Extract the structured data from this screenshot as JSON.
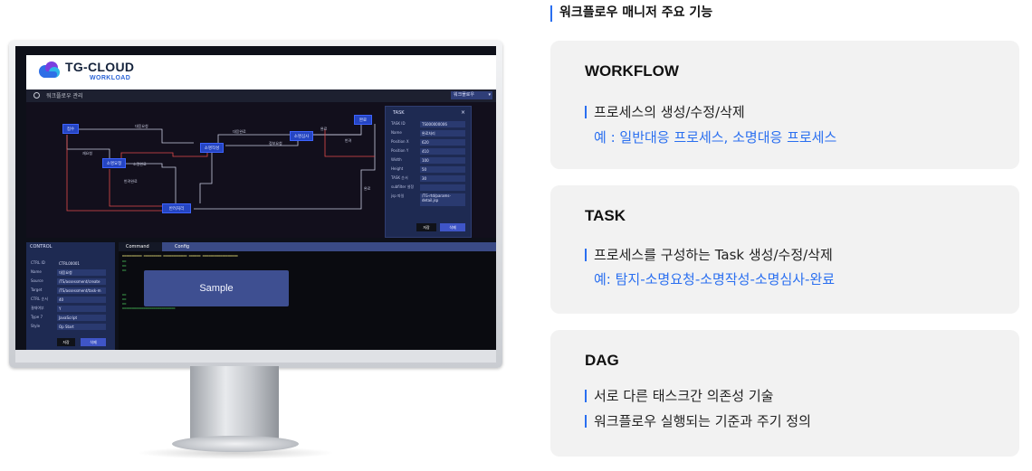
{
  "monitor": {
    "logo": {
      "title": "TG-CLOUD",
      "subtitle": "WORKLOAD"
    },
    "toolbar": {
      "title": "워크플로우 관리",
      "select": "워크플로우"
    },
    "canvas": {
      "nodes": [
        {
          "label": "접수"
        },
        {
          "label": "완료"
        },
        {
          "label": "소명요청"
        },
        {
          "label": "소명작성"
        },
        {
          "label": "소명심사"
        },
        {
          "label": "반려처리"
        }
      ],
      "edge_labels": [
        "대응요청",
        "완료",
        "대응완료",
        "정보요청",
        "반려",
        "소명완료",
        "재요청",
        "반려완료",
        "완료"
      ]
    },
    "task_panel": {
      "title": "TASK",
      "fields": [
        {
          "label": "TASK ID",
          "value": "TS000000006"
        },
        {
          "label": "Name",
          "value": "완료처리"
        },
        {
          "label": "Position X",
          "value": "620"
        },
        {
          "label": "Position Y",
          "value": "410"
        },
        {
          "label": "Width",
          "value": "100"
        },
        {
          "label": "Height",
          "value": "50"
        },
        {
          "label": "TASK 순서",
          "value": "30"
        },
        {
          "label": "subfilter 설정",
          "value": ""
        },
        {
          "label": "jsp 파일",
          "value": "/TG-rtd/params-detail.jsp"
        }
      ],
      "save_label": "저장",
      "delete_label": "삭제"
    },
    "control_panel": {
      "title": "CONTROL",
      "fields": [
        {
          "label": "CTRL ID",
          "value": "CTRL00001"
        },
        {
          "label": "Name",
          "value": "대응요청"
        },
        {
          "label": "Source",
          "value": "/TS/assessment/create"
        },
        {
          "label": "Target",
          "value": "/TS/assessment/task-m"
        },
        {
          "label": "CTRL 순서",
          "value": "40"
        },
        {
          "label": "결재여부",
          "value": "Y"
        },
        {
          "label": "Type 7",
          "value": "JavaScript"
        },
        {
          "label": "Style",
          "value": "Op Start"
        }
      ],
      "save_label": "저장",
      "delete_label": "삭제"
    },
    "command": {
      "tabs": [
        "Command",
        "Config"
      ],
      "sample_label": "Sample"
    }
  },
  "panel": {
    "heading": "워크플로우 매니저 주요 기능",
    "cards": [
      {
        "title": "WORKFLOW",
        "lines": [
          "프로세스의 생성/수정/삭제"
        ],
        "example": "예 : 일반대응 프로세스, 소명대응 프로세스"
      },
      {
        "title": "TASK",
        "lines": [
          "프로세스를 구성하는 Task 생성/수정/삭제"
        ],
        "example": "예: 탐지-소명요청-소명작성-소명심사-완료"
      },
      {
        "title": "DAG",
        "lines": [
          "서로 다른 태스크간 의존성 기술",
          "워크플로우 실행되는 기준과 주기 정의"
        ],
        "example": ""
      }
    ]
  },
  "colors": {
    "accent": "#2a6ff0",
    "screen_bg": "#0e1019",
    "panel_bg": "#1e2a52",
    "node": "#2545c2",
    "card_bg": "#f2f2f2"
  }
}
